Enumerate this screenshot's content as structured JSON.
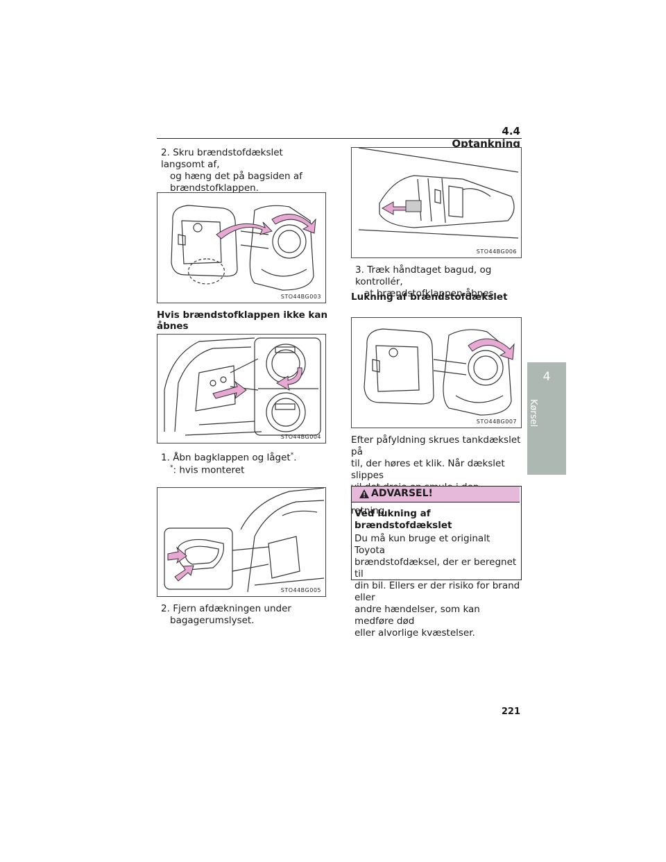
{
  "header": {
    "section_title": "4.4 Optankning"
  },
  "side_tab": {
    "number": "4",
    "label": "Kørsel"
  },
  "left_column": {
    "step_2a_num": "2.",
    "step_2a_text_l1": "Skru brændstofdækslet langsomt af,",
    "step_2a_text_l2": "og hæng det på bagsiden af",
    "step_2a_text_l3": "brændstofklappen.",
    "fig1_code": "STO44BG003",
    "heading_cannot_open": "Hvis brændstofklappen ikke kan åbnes",
    "fig2_code": "STO44BG004",
    "step_1_num": "1.",
    "step_1_text": "Åbn bagklappen og låget",
    "step_1_star": "*",
    "step_1_end": ".",
    "footnote_star": "*",
    "footnote_text": ": hvis monteret",
    "fig3_code": "STO44BG005",
    "step_2b_num": "2.",
    "step_2b_text_l1": "Fjern afdækningen under",
    "step_2b_text_l2": "bagagerumslyset."
  },
  "right_column": {
    "fig4_code": "STO44BG006",
    "step_3_num": "3.",
    "step_3_text_l1": "Træk håndtaget bagud, og kontrollér,",
    "step_3_text_l2": "at brændstofklappen åbnes.",
    "heading_closing": "Lukning af brændstofdækslet",
    "fig5_code": "STO44BG007",
    "closing_l1": "Efter påfyldning skrues tankdækslet på",
    "closing_l2": "til, der høres et klik. Når dækslet slippes",
    "closing_l3": "vil det dreje en smule i den modsatte",
    "closing_l4": "retning."
  },
  "warning": {
    "title": "ADVARSEL!",
    "subheading": "Ved lukning af brændstofdækslet",
    "l1": "Du må kun bruge et originalt Toyota",
    "l2": "brændstofdæksel, der er beregnet til",
    "l3": "din bil. Ellers er der risiko for brand eller",
    "l4": "andre hændelser, som kan medføre død",
    "l5": "eller alvorlige kvæstelser."
  },
  "page_number": "221",
  "colors": {
    "accent_pink": "#e6b8d9",
    "arrow_pink": "#e8a8d4",
    "tab_grey": "#aeb8b3"
  },
  "icons": {
    "warning": "warning-triangle-icon"
  }
}
